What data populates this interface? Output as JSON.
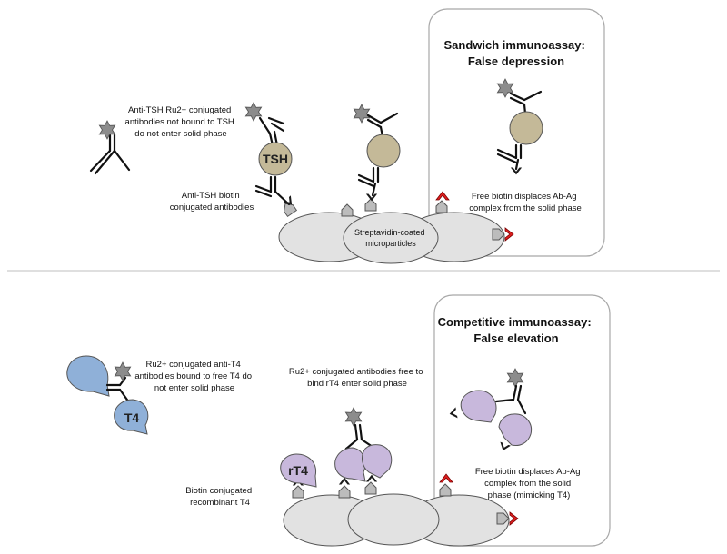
{
  "top_panel": {
    "box_title": [
      "Sandwich immunoassay:",
      "False depression"
    ],
    "label_unbound": [
      "Anti-TSH Ru2+ conjugated",
      "antibodies not bound to TSH",
      "do not enter solid phase"
    ],
    "label_biotin_ab": [
      "Anti-TSH biotin",
      "conjugated antibodies"
    ],
    "label_microparticles": [
      "Streptavidin-coated",
      "microparticles"
    ],
    "label_free_biotin": [
      "Free biotin displaces Ab-Ag",
      "complex from the solid phase"
    ],
    "antigen_label": "TSH"
  },
  "bottom_panel": {
    "box_title": [
      "Competitive immunoassay:",
      "False elevation"
    ],
    "label_bound_free_t4": [
      "Ru2+ conjugated anti-T4",
      "antibodies bound to free T4 do",
      "not enter solid phase"
    ],
    "label_free_ab": [
      "Ru2+ conjugated antibodies free to",
      "bind rT4  enter solid phase"
    ],
    "label_biotin_rt4": [
      "Biotin conjugated",
      "recombinant T4"
    ],
    "label_free_biotin": [
      "Free biotin displaces Ab-Ag",
      "complex from the solid",
      "phase  (mimicking T4)"
    ],
    "free_t4_label": "T4",
    "rt4_label": "rT4"
  },
  "colors": {
    "tsh": "#c4b998",
    "t4": "#8fb0d8",
    "rt4": "#c8b8dc",
    "particle": "#e2e2e2",
    "biotin_red": "#e02020",
    "box_border": "#a8a8a8",
    "divider": "#bfbfbf"
  }
}
